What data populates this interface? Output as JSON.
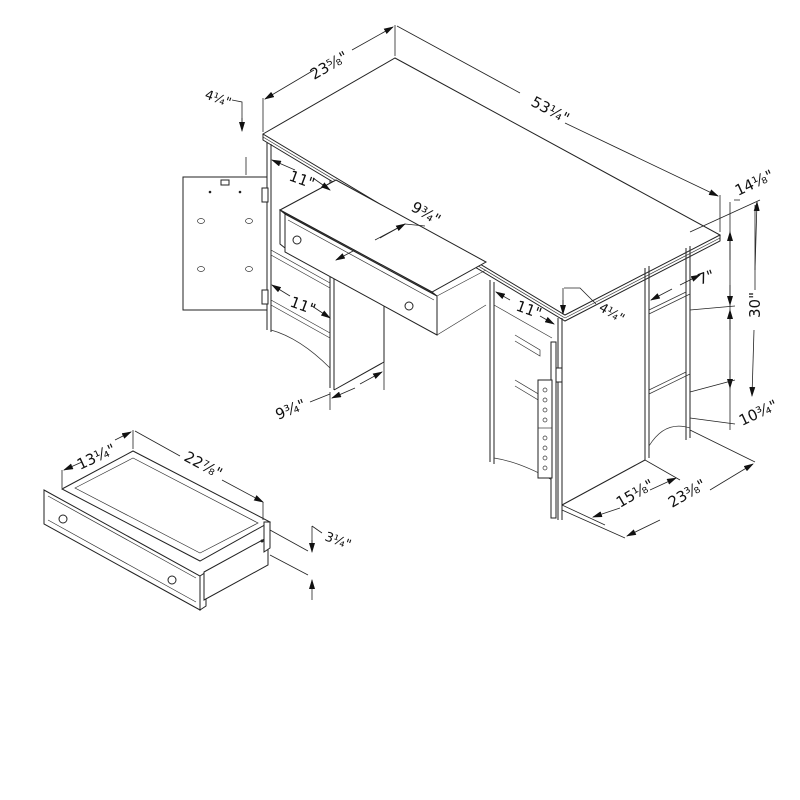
{
  "diagram": {
    "title": "Desk dimension drawing",
    "subject": "Computer desk with side drawer, door cabinet, open shelving, and detached drawer detail",
    "units": "inches"
  },
  "dimensions": {
    "desk_depth_top": "23⅝\"",
    "desk_width": "53¼\"",
    "top_thickness_left": "4¼\"",
    "top_thickness_right": "4¼\"",
    "left_upper_shelf_depth": "11\"",
    "left_lower_shelf_depth": "11\"",
    "drawer_opening_depth": "9¾\"",
    "drawer_opening_width": "9¾\"",
    "right_cabinet_shelf_depth": "11\"",
    "side_shelf_depth": "7\"",
    "side_upper_height": "14⅛\"",
    "overall_height": "30\"",
    "side_lower_height": "10¾\"",
    "base_depth": "15⅛\"",
    "overall_depth": "23⅜\"",
    "drawer_width": "13¼\"",
    "drawer_length": "22⅞\"",
    "drawer_height": "3¼\""
  },
  "components": {
    "desk": "Desk body",
    "left_door": "Open left cabinet door with hinges",
    "center_drawer": "Pulled-out center drawer",
    "right_door": "Open right cabinet door with rack",
    "side_shelves": "Open side shelving unit",
    "drawer_detail": "Detached drawer detail"
  },
  "colors": {
    "line": "#222222",
    "background": "#ffffff"
  }
}
